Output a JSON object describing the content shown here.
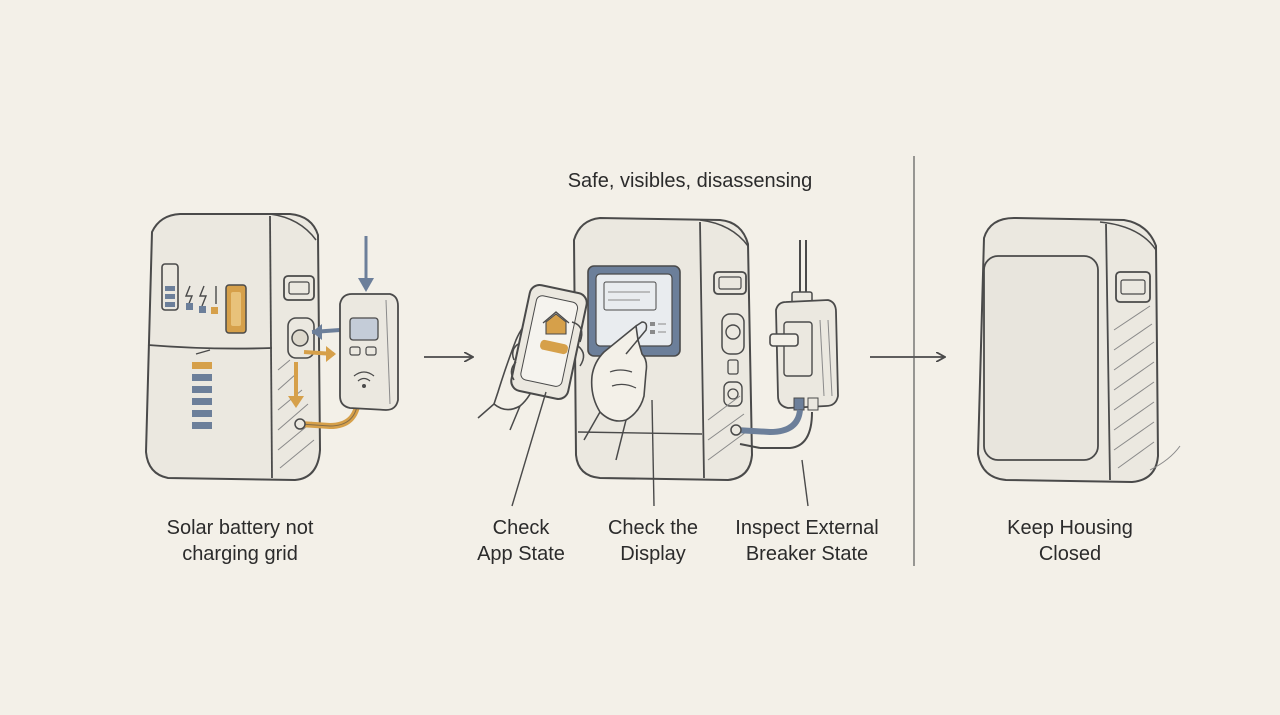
{
  "header_note": "Safe, visibles, disassensing",
  "steps": [
    {
      "line1": "Solar battery not",
      "line2": "charging grid"
    },
    {
      "line1": "Check",
      "line2": "App State"
    },
    {
      "line1": "Check the",
      "line2": "Display"
    },
    {
      "line1": "Inspect External",
      "line2": "Breaker State"
    },
    {
      "line1": "Keep Housing",
      "line2": "Closed"
    }
  ],
  "colors": {
    "background": "#f3f0e8",
    "line": "#4a4a4a",
    "accent_orange": "#d6a04a",
    "accent_blue": "#6c7f9a",
    "fill": "#ebe8e0"
  }
}
